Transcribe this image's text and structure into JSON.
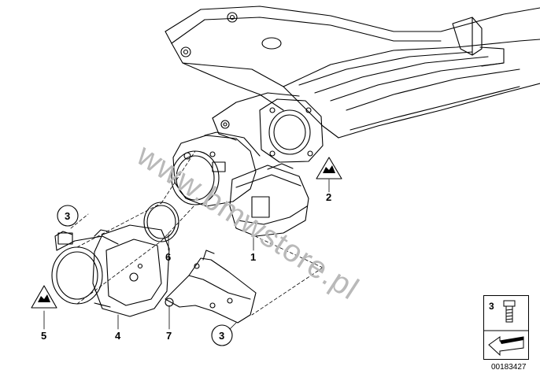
{
  "watermark": "www.bmwstore.pl",
  "callouts": {
    "c1": "1",
    "c2": "2",
    "c3_top": "3",
    "c3_bottom": "3",
    "c4": "4",
    "c5": "5",
    "c6": "6",
    "c7": "7"
  },
  "legend": {
    "number": "3"
  },
  "diagram_id": "00183427"
}
